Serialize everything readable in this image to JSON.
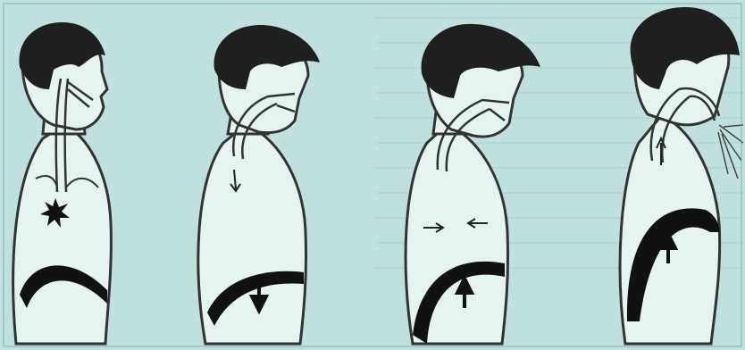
{
  "figure": {
    "panels": [
      {
        "stage": "irritation",
        "icons": [
          "irritation-star-icon"
        ]
      },
      {
        "stage": "inspiration",
        "icons": [
          "airflow-down-arrow-icon",
          "diaphragm-down-arrow-icon"
        ]
      },
      {
        "stage": "compression",
        "icons": [
          "inward-arrow-left-icon",
          "inward-arrow-right-icon",
          "diaphragm-up-arrow-icon"
        ]
      },
      {
        "stage": "expulsion",
        "icons": [
          "airflow-up-arrow-icon",
          "spray-icon",
          "diaphragm-up-arrow-icon"
        ]
      }
    ]
  },
  "colors": {
    "background": "#bfe0dc",
    "skin": "#e6f4f1",
    "hair": "#1f1f1f",
    "diaphragm": "#111111",
    "outline": "#333333"
  }
}
